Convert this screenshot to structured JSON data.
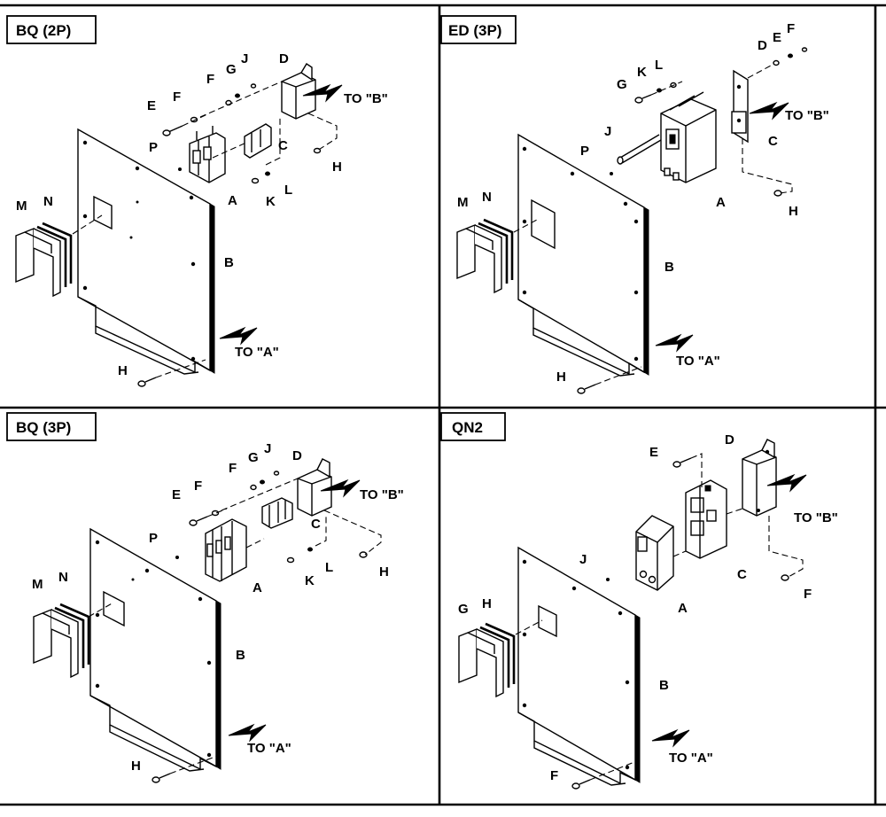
{
  "panels": [
    {
      "title": "BQ (2P)",
      "to_a": "TO \"A\"",
      "to_b": "TO \"B\"",
      "callouts": [
        "A",
        "B",
        "C",
        "D",
        "E",
        "F",
        "F",
        "G",
        "H",
        "H",
        "J",
        "K",
        "L",
        "M",
        "N",
        "P"
      ]
    },
    {
      "title": "ED (3P)",
      "to_a": "TO \"A\"",
      "to_b": "TO \"B\"",
      "callouts": [
        "A",
        "B",
        "C",
        "D",
        "E",
        "F",
        "G",
        "H",
        "H",
        "J",
        "K",
        "L",
        "M",
        "N",
        "P"
      ]
    },
    {
      "title": "BQ (3P)",
      "to_a": "TO \"A\"",
      "to_b": "TO \"B\"",
      "callouts": [
        "A",
        "B",
        "C",
        "D",
        "E",
        "F",
        "F",
        "G",
        "H",
        "H",
        "J",
        "K",
        "L",
        "M",
        "N",
        "P"
      ]
    },
    {
      "title": "QN2",
      "to_a": "TO \"A\"",
      "to_b": "TO \"B\"",
      "callouts": [
        "A",
        "B",
        "C",
        "D",
        "E",
        "F",
        "F",
        "G",
        "H",
        "J"
      ]
    }
  ]
}
